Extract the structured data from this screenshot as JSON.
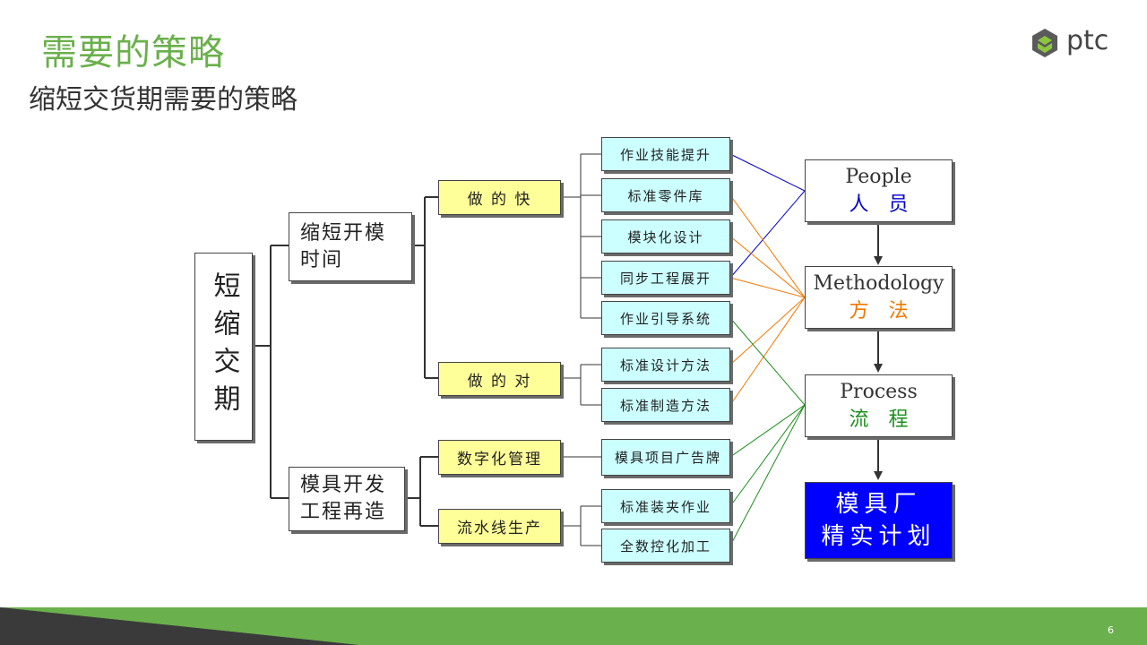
{
  "title": "需要的策略",
  "subtitle": "缩短交货期需要的策略",
  "logo_text": "ptc",
  "page_number": "6",
  "colors": {
    "title_green": "#6ab04c",
    "people_blue": "#0000cc",
    "method_orange": "#f07800",
    "process_green": "#1a8f1a",
    "plan_blue": "#0000ff",
    "yellow_fill": "#ffff99",
    "cyan_fill": "#ccffff"
  },
  "diagram": {
    "root": "短缩交期",
    "level1": [
      "缩短开模时间",
      "模具开发工程再造"
    ],
    "level2": [
      "做 的 快",
      "做 的 对",
      "数字化管理",
      "流水线生产"
    ],
    "level3": [
      "作业技能提升",
      "标准零件库",
      "模块化设计",
      "同步工程展开",
      "作业引导系统",
      "标准设计方法",
      "标准制造方法",
      "模具项目广告牌",
      "标准装夹作业",
      "全数控化加工"
    ],
    "categories": [
      {
        "en": "People",
        "zh": "人员"
      },
      {
        "en": "Methodology",
        "zh": "方法"
      },
      {
        "en": "Process",
        "zh": "流程"
      }
    ],
    "result": [
      "模具厂",
      "精实计划"
    ]
  }
}
